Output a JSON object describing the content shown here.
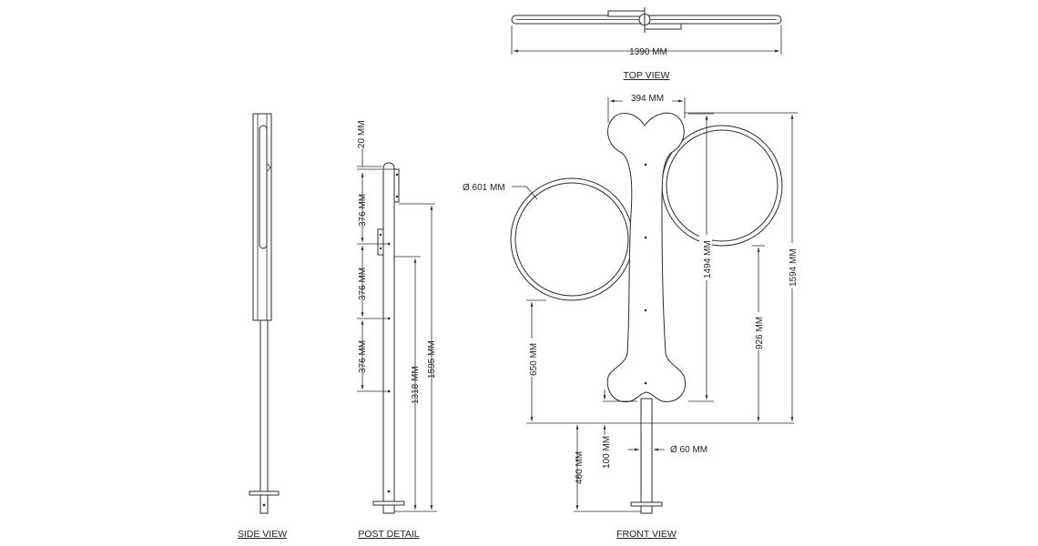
{
  "views": {
    "top": "TOP VIEW",
    "side": "SIDE VIEW",
    "post": "POST DETAIL",
    "front": "FRONT VIEW"
  },
  "dimensions": {
    "top_width": "1390 MM",
    "bone_top_width": "394 MM",
    "ring_diameter": "Ø 601 MM",
    "post_diameter": "Ø 60 MM",
    "ring_height": "650 MM",
    "ring_right_height": "1494 MM",
    "ring_right_lower": "926 MM",
    "overall_height": "1594 MM",
    "below_ground": "460 MM",
    "base_gap": "100 MM",
    "post_top_cap": "20 MM",
    "post_spacing_1": "376 MM",
    "post_spacing_2": "376 MM",
    "post_spacing_3": "376 MM",
    "post_lower": "1318 MM",
    "post_total": "1595 MM"
  }
}
